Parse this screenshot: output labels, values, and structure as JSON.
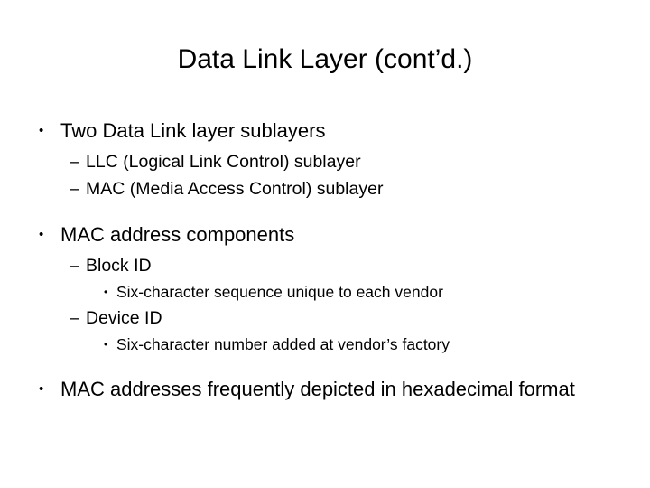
{
  "slide": {
    "title": "Data Link Layer (cont’d.)",
    "background_color": "#ffffff",
    "text_color": "#000000",
    "markers": {
      "level1": "•",
      "level2": "–",
      "level3": "•"
    },
    "content": [
      {
        "level": 1,
        "text": "Two Data Link layer sublayers"
      },
      {
        "level": 2,
        "text": "LLC (Logical Link Control) sublayer"
      },
      {
        "level": 2,
        "text": "MAC (Media Access Control) sublayer"
      },
      {
        "level": 1,
        "text": "MAC address components"
      },
      {
        "level": 2,
        "text": "Block ID"
      },
      {
        "level": 3,
        "text": "Six-character sequence unique to each vendor"
      },
      {
        "level": 2,
        "text": "Device ID"
      },
      {
        "level": 3,
        "text": "Six-character number added at vendor’s factory"
      },
      {
        "level": 1,
        "text": "MAC addresses frequently depicted in hexadecimal format"
      }
    ]
  }
}
